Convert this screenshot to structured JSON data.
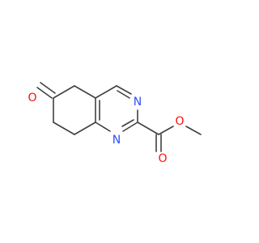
{
  "molecule": {
    "colors": {
      "bond": "#404040",
      "oxygen": "#ff0d0d",
      "nitrogen": "#3050f8"
    },
    "atoms": {
      "o_ketone": {
        "symbol": "O",
        "color_key": "oxygen"
      },
      "n_top": {
        "symbol": "N",
        "color_key": "nitrogen"
      },
      "n_bottom": {
        "symbol": "N",
        "color_key": "nitrogen"
      },
      "o_ester_carbonyl": {
        "symbol": "O",
        "color_key": "oxygen"
      },
      "o_ester_ether": {
        "symbol": "O",
        "color_key": "oxygen"
      }
    }
  }
}
